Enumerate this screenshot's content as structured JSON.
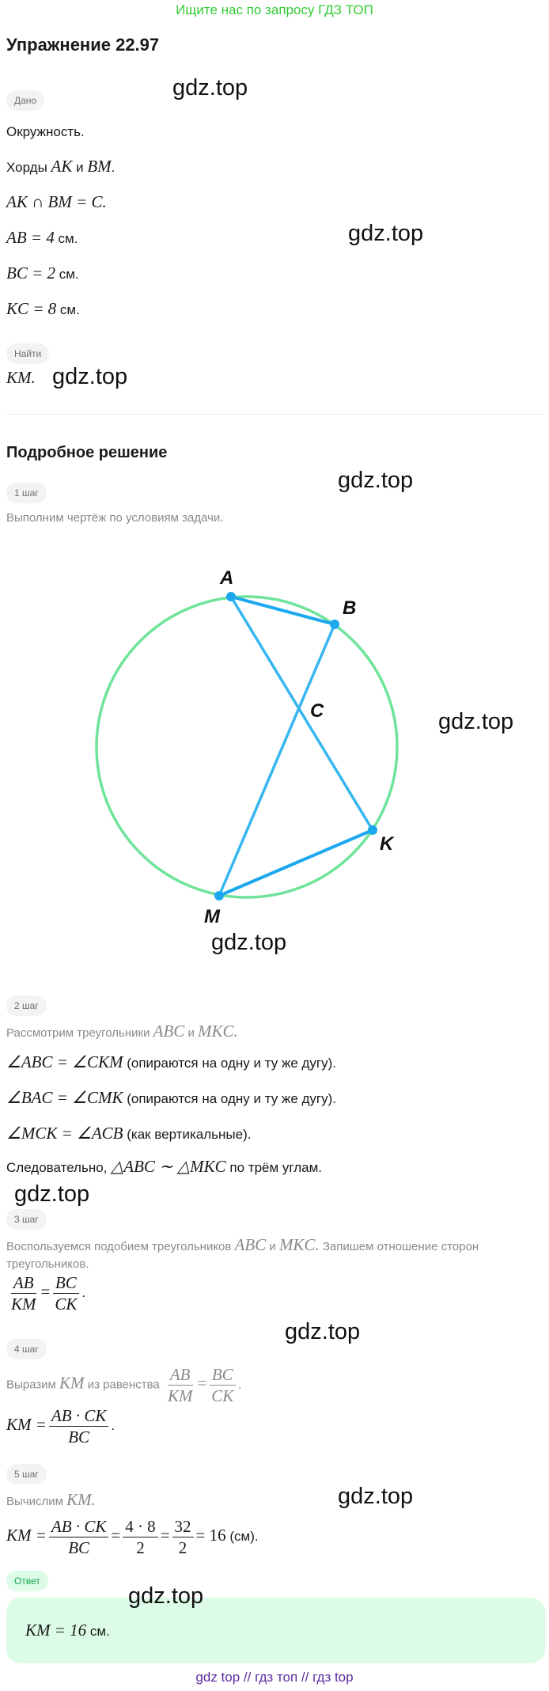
{
  "header_note": "Ищите нас по запросу ГДЗ ТОП",
  "title": "Упражнение 22.97",
  "given_label": "Дано",
  "given": {
    "line1": "Окружность.",
    "line2_text": "Хорды ",
    "line2_m1": "AK",
    "line2_and": " и ",
    "line2_m2": "BM",
    "line2_end": ".",
    "line3": "AK ∩ BM = C.",
    "line4_m": "AB = 4",
    "line4_u": " см.",
    "line5_m": "BC = 2",
    "line5_u": " см.",
    "line6_m": "KC = 8",
    "line6_u": " см."
  },
  "find_label": "Найти",
  "find": "KM.",
  "solution_title": "Подробное решение",
  "steps": {
    "s1": {
      "label": "1 шаг",
      "text": "Выполним чертёж по условиям задачи."
    },
    "s2": {
      "label": "2 шаг",
      "text": "Рассмотрим треугольники ",
      "m1": "ABC",
      "and": " и ",
      "m2": "MKC.",
      "l1_m": "∠ABC = ∠CKM",
      "l1_t": " (опираются на одну и ту же дугу).",
      "l2_m": "∠BAC = ∠CMK",
      "l2_t": " (опираются на одну и ту же дугу).",
      "l3_m": "∠MCK = ∠ACB",
      "l3_t": " (как вертикальные).",
      "l4_t1": "Следовательно, ",
      "l4_m": "△ABC ∼ △MKC",
      "l4_t2": " по трём углам."
    },
    "s3": {
      "label": "3 шаг",
      "text1": "Воспользуемся подобием треугольников ",
      "m1": "ABC",
      "and": " и ",
      "m2": "MKC.",
      "text2": " Запишем отношение сторон",
      "text3": "треугольников.",
      "f1_num": "AB",
      "f1_den": "KM",
      "eq": "=",
      "f2_num": "BC",
      "f2_den": "CK",
      "end": "."
    },
    "s4": {
      "label": "4 шаг",
      "text1": "Выразим ",
      "m1": "KM",
      "text2": " из равенства ",
      "f1_num": "AB",
      "f1_den": "KM",
      "eq": "=",
      "f2_num": "BC",
      "f2_den": "CK",
      "end": ".",
      "lhs": "KM =",
      "r_num": "AB · CK",
      "r_den": "BC"
    },
    "s5": {
      "label": "5 шаг",
      "text1": "Вычислим ",
      "m1": "KM.",
      "lhs": "KM =",
      "f1_num": "AB · CK",
      "f1_den": "BC",
      "eq": "=",
      "f2_num": "4 · 8",
      "f2_den": "2",
      "f3_num": "32",
      "f3_den": "2",
      "res": "= 16",
      "unit": " (см)."
    }
  },
  "diagram": {
    "labels": {
      "A": "A",
      "B": "B",
      "C": "C",
      "K": "K",
      "M": "M"
    },
    "circle_color": "#6fe39a",
    "chord_color": "#36b6f0"
  },
  "answer_label": "Ответ",
  "answer_m": "KM = 16",
  "answer_u": " см.",
  "watermark": "gdz.top",
  "footer": "gdz top  //  гдз топ  //  гдз top"
}
